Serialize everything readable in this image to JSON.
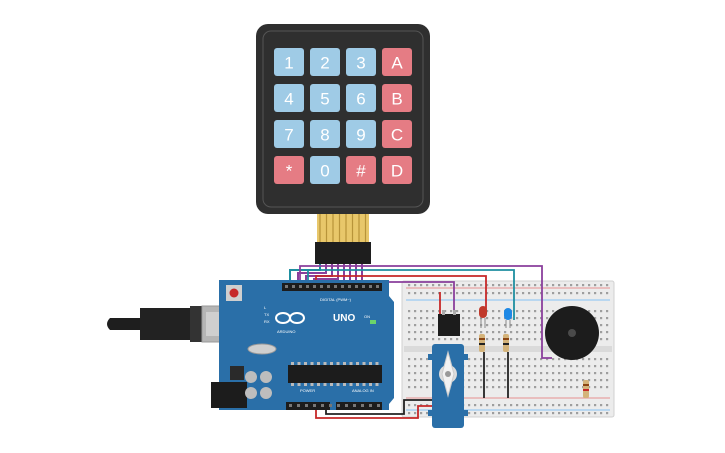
{
  "keypad": {
    "rows": [
      [
        {
          "label": "1",
          "kind": "num"
        },
        {
          "label": "2",
          "kind": "num"
        },
        {
          "label": "3",
          "kind": "num"
        },
        {
          "label": "A",
          "kind": "letter"
        }
      ],
      [
        {
          "label": "4",
          "kind": "num"
        },
        {
          "label": "5",
          "kind": "num"
        },
        {
          "label": "6",
          "kind": "num"
        },
        {
          "label": "B",
          "kind": "letter"
        }
      ],
      [
        {
          "label": "7",
          "kind": "num"
        },
        {
          "label": "8",
          "kind": "num"
        },
        {
          "label": "9",
          "kind": "num"
        },
        {
          "label": "C",
          "kind": "letter"
        }
      ],
      [
        {
          "label": "*",
          "kind": "letter"
        },
        {
          "label": "0",
          "kind": "num"
        },
        {
          "label": "#",
          "kind": "letter"
        },
        {
          "label": "D",
          "kind": "letter"
        }
      ]
    ]
  },
  "arduino": {
    "brand": "ARDUINO",
    "model": "UNO",
    "digital_label": "DIGITAL (PWM~)",
    "power_label": "POWER",
    "analog_label": "ANALOG IN",
    "tx_label": "TX",
    "rx_label": "RX",
    "l_label": "L",
    "on_label": "ON"
  },
  "icons": {
    "usb": "usb-cable-icon",
    "servo": "servo-motor-icon",
    "buzzer": "piezo-buzzer-icon",
    "led_red": "red-led-icon",
    "led_blue": "blue-led-icon"
  },
  "colors": {
    "board": "#2a6fa8",
    "keypad_body": "#2f2f2f",
    "key_blue": "#9fcbe6",
    "key_red": "#e57c84",
    "breadboard": "#ececec",
    "wire_purple": "#8a3f9c",
    "wire_red": "#c62828",
    "wire_teal": "#1e8fa0",
    "wire_black": "#222222"
  }
}
